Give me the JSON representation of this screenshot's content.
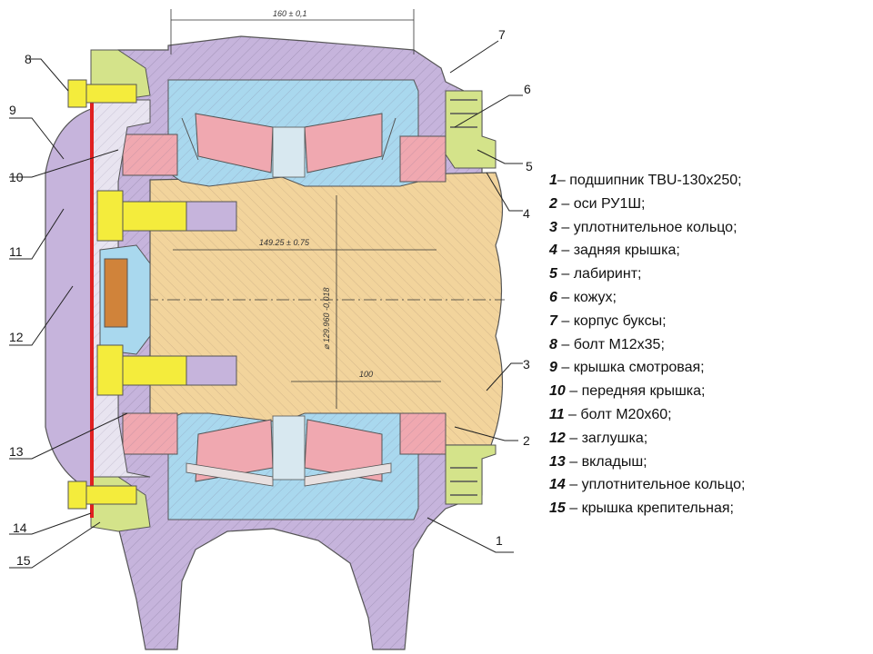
{
  "dimensions": {
    "top": "160 ± 0,1",
    "middle": "149.25 ± 0.75",
    "diameter": "⌀ 129.960 -0,018",
    "bottom": "100"
  },
  "callouts": {
    "c1": "1",
    "c2": "2",
    "c3": "3",
    "c4": "4",
    "c5": "5",
    "c6": "6",
    "c7": "7",
    "c8": "8",
    "c9": "9",
    "c10": "10",
    "c11": "11",
    "c12": "12",
    "c13": "13",
    "c14": "14",
    "c15": "15"
  },
  "legend": [
    {
      "num": "1",
      "text": "– подшипник TBU-130x250;"
    },
    {
      "num": "2",
      "text": " – оси РУ1Ш;"
    },
    {
      "num": "3",
      "text": " – уплотнительное кольцо;"
    },
    {
      "num": "4",
      "text": " – задняя крышка;"
    },
    {
      "num": "5",
      "text": " – лабиринт;"
    },
    {
      "num": "6",
      "text": " – кожух;"
    },
    {
      "num": "7",
      "text": " – корпус буксы;"
    },
    {
      "num": "8",
      "text": " – болт М12х35;"
    },
    {
      "num": "9",
      "text": " – крышка смотровая;"
    },
    {
      "num": "10",
      "text": " – передняя крышка;"
    },
    {
      "num": "11",
      "text": " – болт М20х60;"
    },
    {
      "num": "12",
      "text": " – заглушка;"
    },
    {
      "num": "13",
      "text": " – вкладыш;"
    },
    {
      "num": "14",
      "text": " – уплотнительное кольцо;"
    },
    {
      "num": "15",
      "text": " – крышка крепительная;"
    }
  ],
  "colors": {
    "housing": "#c6b4dc",
    "axle": "#f2d49c",
    "outer_ring": "#a9d8ee",
    "rollers": "#f0a8b0",
    "bolts": "#f4ec3c",
    "cover_green": "#d4e38a",
    "seal_red": "#e02020"
  }
}
